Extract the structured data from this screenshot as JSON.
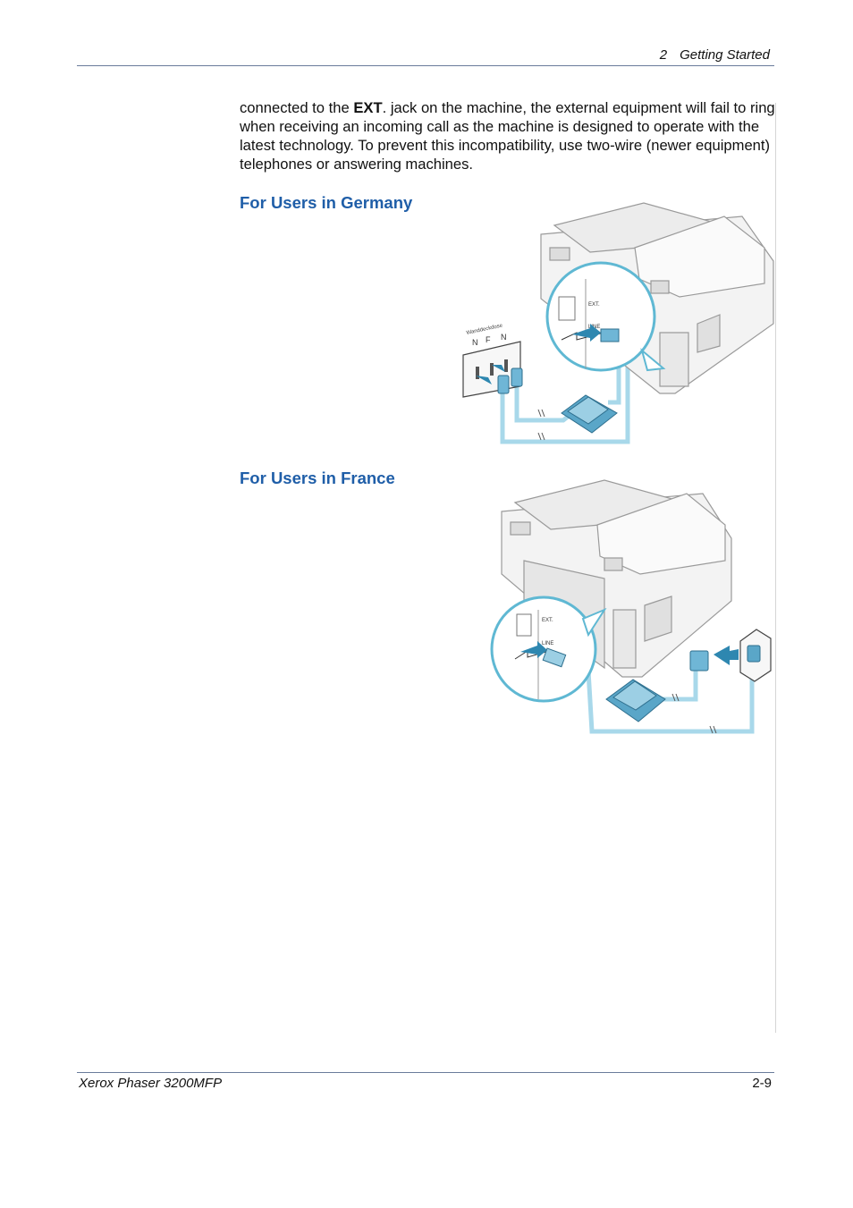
{
  "header": {
    "chapter_number": "2",
    "chapter_title": "Getting Started"
  },
  "body": {
    "para_1": "connected to the ",
    "para_bold": "EXT",
    "para_2": ". jack on the machine, the external equipment will fail to ring when receiving an incoming call as the machine is designed to operate with the latest technology. To prevent this incompatibility, use two-wire (newer equipment) telephones or answering machines."
  },
  "sections": {
    "germany": {
      "heading": "For Users in Germany",
      "jack_label_ext": "EXT.",
      "jack_label_line": "LINE",
      "wall_socket_title": "Wanddeckdose",
      "wall_socket_n1": "N",
      "wall_socket_f": "F",
      "wall_socket_n2": "N"
    },
    "france": {
      "heading": "For Users in France",
      "jack_label_ext": "EXT.",
      "jack_label_line": "LINE"
    }
  },
  "footer": {
    "product": "Xerox Phaser 3200MFP",
    "page_number": "2-9"
  },
  "colors": {
    "heading_blue": "#1f5ea8",
    "rule_blue": "#6a7b9b",
    "cable_blue": "#a8d8ea",
    "plug_teal": "#3f8fb0",
    "zoom_circle": "#5fb8d3"
  }
}
